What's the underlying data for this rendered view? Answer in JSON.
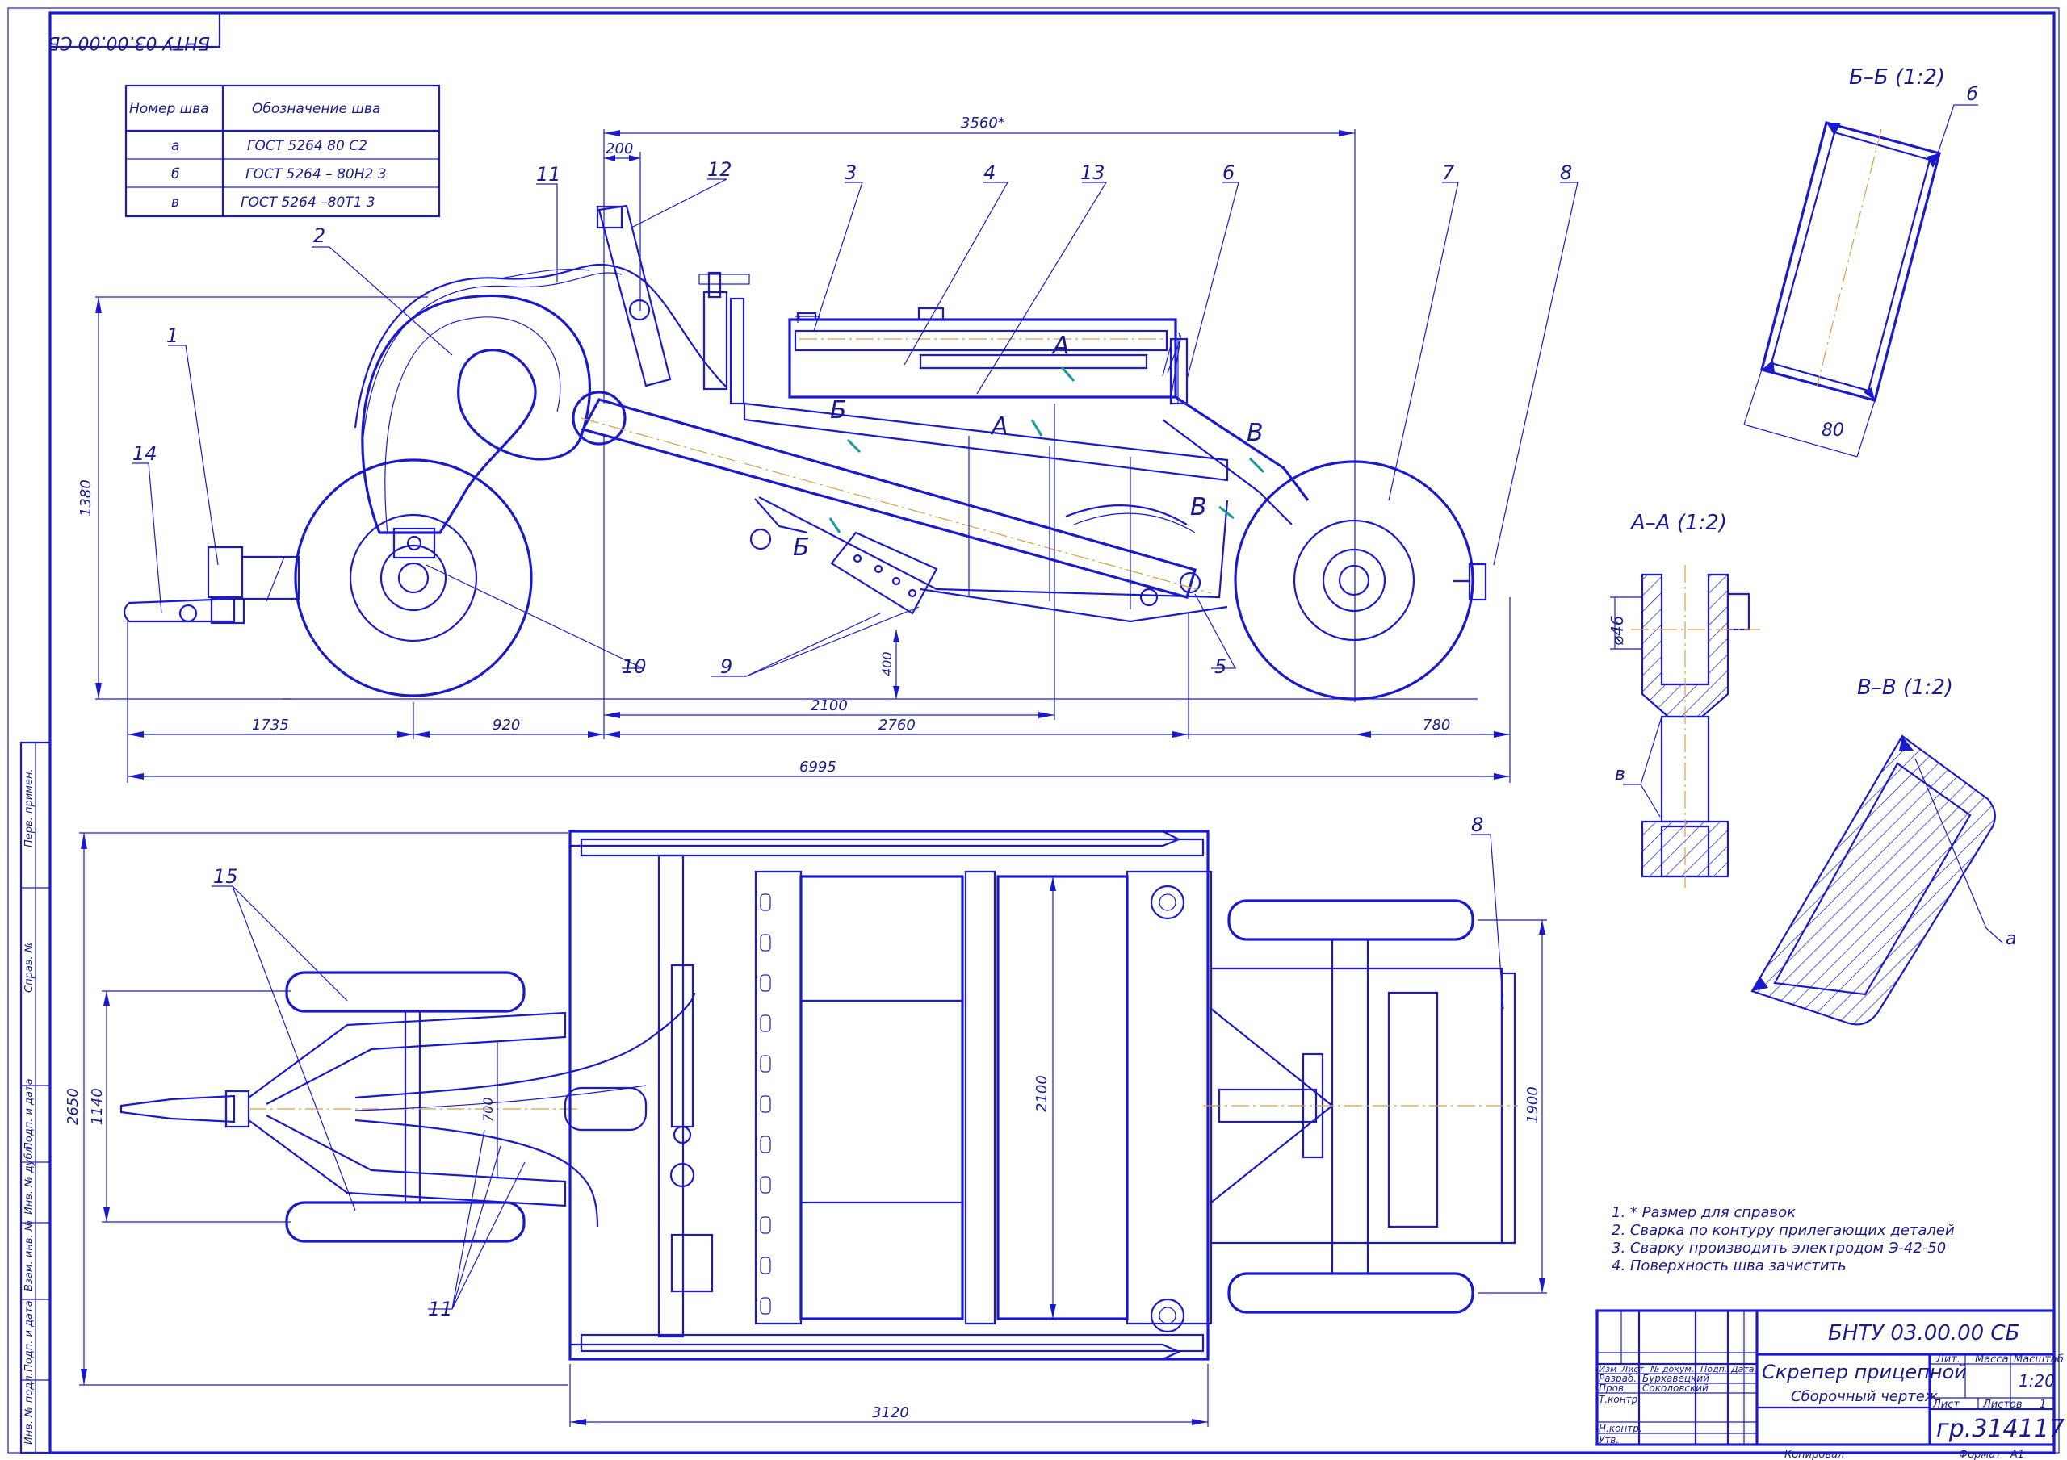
{
  "stamp_rotated": "БНТУ 03.00.00 СБ",
  "weld_table": {
    "headers": [
      "Номер шва",
      "Обозначение шва"
    ],
    "rows": [
      [
        "а",
        "ГОСТ 5264 80 С2"
      ],
      [
        "б",
        "ГОСТ 5264 – 80Н2 3"
      ],
      [
        "в",
        "ГОСТ 5264 –80Т1 3"
      ]
    ]
  },
  "callouts_side": [
    "1",
    "2",
    "3",
    "4",
    "5",
    "6",
    "7",
    "8",
    "9",
    "10",
    "11",
    "12",
    "13",
    "14"
  ],
  "callouts_plan": [
    "8",
    "11",
    "15"
  ],
  "dimensions_side": {
    "d3560": "3560*",
    "d200": "200",
    "d1380": "1380",
    "d400": "400",
    "d2100": "2100",
    "d1735": "1735",
    "d920": "920",
    "d2760": "2760",
    "d780": "780",
    "d6995": "6995"
  },
  "dimensions_plan": {
    "d2650": "2650",
    "d1140": "1140",
    "d700": "700",
    "d2100": "2100",
    "d1900": "1900",
    "d3120": "3120"
  },
  "section_marks": {
    "A": "А",
    "B": "Б",
    "V": "В"
  },
  "sections": {
    "bb": {
      "title": "Б–Б (1:2)",
      "dim": "80",
      "weld": "б"
    },
    "aa": {
      "title": "А–А (1:2)",
      "dim": "⌀46",
      "weld": "в"
    },
    "vv": {
      "title": "В–В (1:2)",
      "weld": "а"
    }
  },
  "notes": [
    "1. * Размер для справок",
    "2. Сварка по контуру прилегающих деталей",
    "3. Сварку производить электродом Э-42-50",
    "4. Поверхность шва зачистить"
  ],
  "title_block": {
    "designation": "БНТУ 03.00.00 СБ",
    "name": "Скрепер прицепной",
    "doc_type": "Сборочный чертеж",
    "col_izm": "Изм",
    "col_list": "Лист",
    "col_doc": "№ докум.",
    "col_podp": "Подп.",
    "col_data": "Дата",
    "razrab": "Разраб.",
    "razrab_name": "Бурхавецкий",
    "prov": "Пров.",
    "prov_name": "Соколовский",
    "tkontr": "Т.контр.",
    "nkontr": "Н.контр.",
    "utv": "Утв.",
    "lit": "Лит.",
    "massa": "Масса",
    "masshtab": "Масштаб",
    "scale": "1:20",
    "list": "Лист",
    "listov": "Листов",
    "listov_val": "1",
    "group": "гр.314117",
    "kopiroval": "Копировал",
    "format": "Формат",
    "format_val": "А1"
  },
  "side_strip": [
    "Перв. примен.",
    "Справ. №",
    "Подп. и дата",
    "Инв. № дубл.",
    "Взам. инв. №",
    "Подп. и дата",
    "Инв. № подл."
  ]
}
